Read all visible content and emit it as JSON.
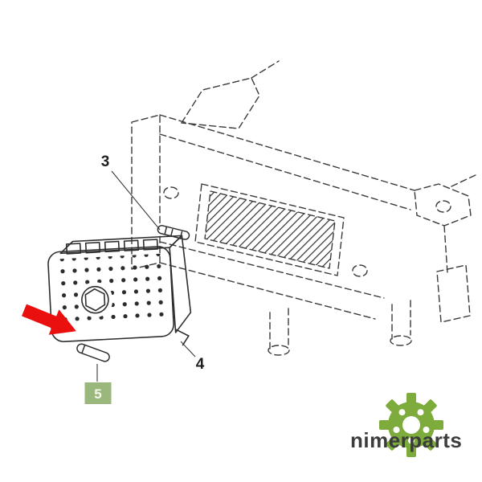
{
  "callouts": {
    "clip": {
      "label": "3"
    },
    "connector": {
      "label": "4"
    },
    "pin": {
      "label": "5"
    }
  },
  "brand": {
    "name": "nimerparts"
  },
  "colors": {
    "arrow_red": "#ea1010",
    "highlight_green": "#9bb87c",
    "highlight_text": "#f7f7ee",
    "gear_green": "#7dab3c",
    "brand_text": "#3c3c3c"
  }
}
